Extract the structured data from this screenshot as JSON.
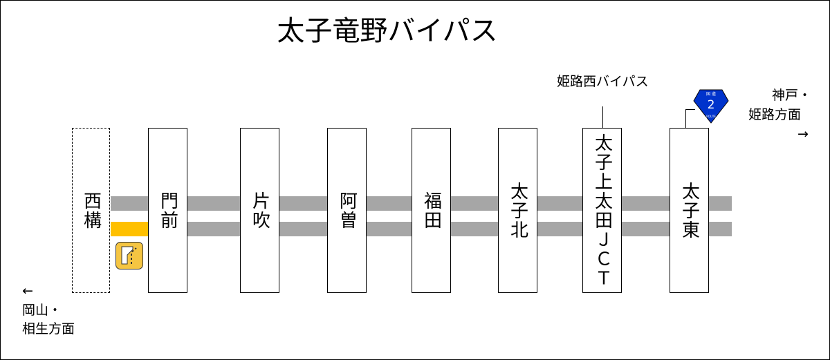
{
  "title": "太子竜野バイパス",
  "stations": [
    {
      "name": "西構",
      "status": "planned"
    },
    {
      "name": "門前",
      "status": "open"
    },
    {
      "name": "片吹",
      "status": "open"
    },
    {
      "name": "阿曽",
      "status": "open"
    },
    {
      "name": "福田",
      "status": "open"
    },
    {
      "name": "太子北",
      "status": "open"
    },
    {
      "name": "太子上太田ＪＣＴ",
      "status": "open"
    },
    {
      "name": "太子東",
      "status": "open"
    }
  ],
  "connections": {
    "jct_route": "姫路西バイパス",
    "route_shield": {
      "top_text": "国 道",
      "number": "2",
      "bottom_text": "ROUTE",
      "color": "#0033cc"
    }
  },
  "directions": {
    "east": {
      "line1": "神戸・",
      "line2": "姫路方面",
      "arrow": "→"
    },
    "west": {
      "arrow": "←",
      "line1": "岡山・",
      "line2": "相生方面"
    }
  },
  "colors": {
    "road": "#a6a6a6",
    "highlight": "#ffc000",
    "shield": "#0033cc"
  }
}
